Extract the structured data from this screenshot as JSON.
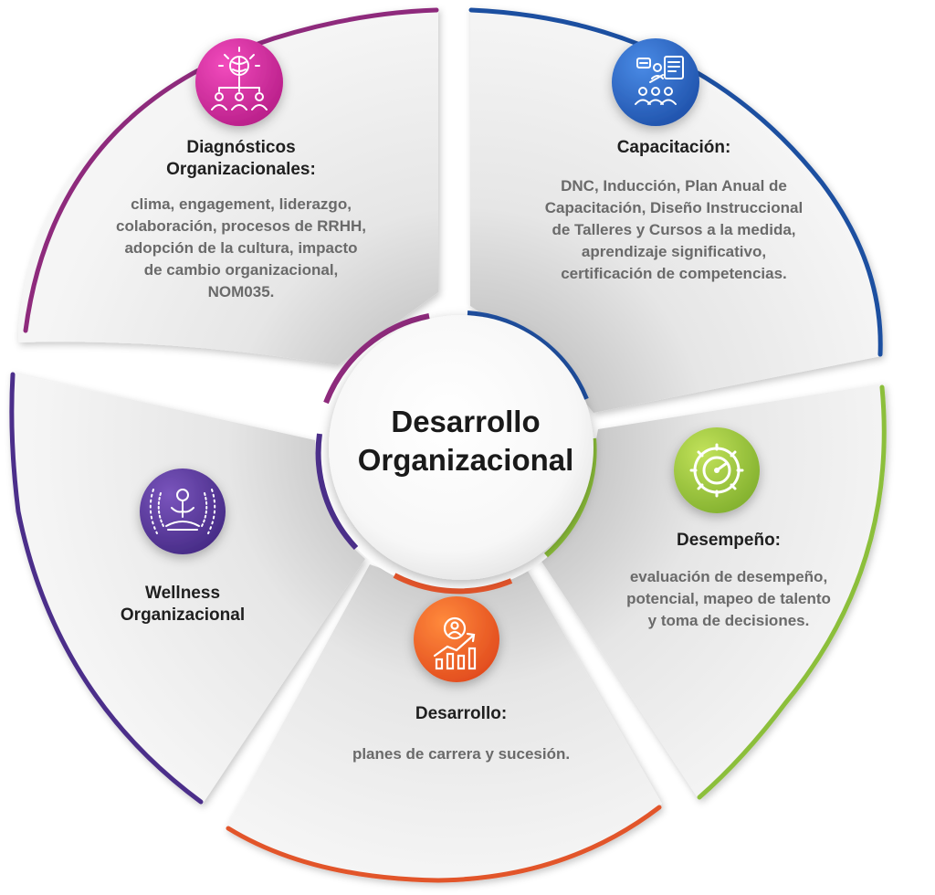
{
  "center": {
    "line1": "Desarrollo",
    "line2": "Organizacional"
  },
  "segments": {
    "diagnosticos": {
      "title_line1": "Diagnósticos",
      "title_line2": "Organizacionales:",
      "body": [
        "clima, engagement, liderazgo,",
        "colaboración, procesos de RRHH,",
        "adopción de la cultura, impacto",
        "de cambio organizacional,",
        "NOM035."
      ],
      "icon": "leadership-brain-icon",
      "color": "#8e2a7c",
      "icon_color": "#d6249a"
    },
    "capacitacion": {
      "title": "Capacitación:",
      "body": [
        "DNC, Inducción, Plan Anual de",
        "Capacitación, Diseño Instruccional",
        "de Talleres y Cursos a la medida,",
        "aprendizaje significativo,",
        "certificación de competencias."
      ],
      "icon": "training-presentation-icon",
      "color": "#1f4fa0",
      "icon_color": "#2b67c7"
    },
    "desempeno": {
      "title": "Desempeño:",
      "body": [
        "evaluación de desempeño,",
        "potencial, mapeo de talento",
        "y toma de decisiones."
      ],
      "icon": "performance-gear-icon",
      "color": "#8cbf3a",
      "icon_color": "#9bc83c"
    },
    "desarrollo": {
      "title": "Desarrollo:",
      "body": [
        "planes de carrera y sucesión."
      ],
      "icon": "growth-chart-icon",
      "color": "#e2542a",
      "icon_color": "#ee6a22"
    },
    "wellness": {
      "title_line1": "Wellness",
      "title_line2": "Organizacional",
      "icon": "meditation-icon",
      "color": "#4b2f8a",
      "icon_color": "#5d3a9f"
    }
  }
}
